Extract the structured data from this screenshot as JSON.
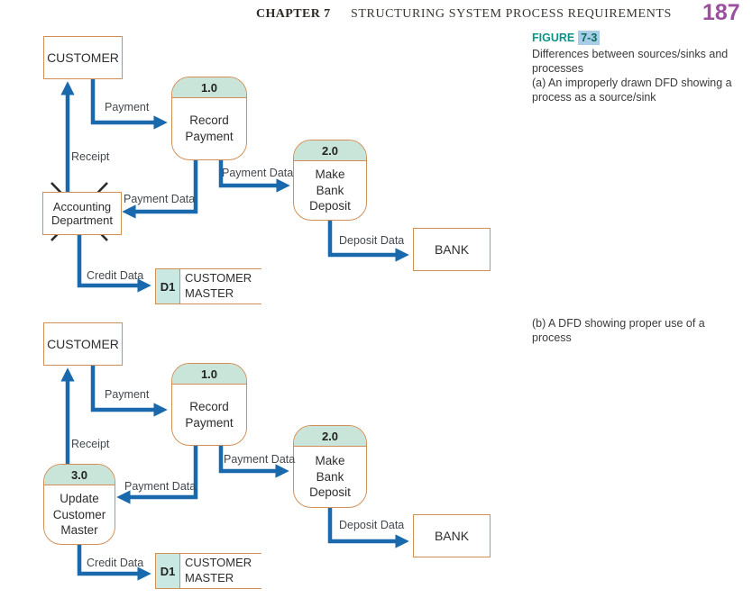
{
  "header": {
    "chapter": "CHAPTER 7",
    "title": "STRUCTURING SYSTEM PROCESS REQUIREMENTS",
    "page_number": "187"
  },
  "figure": {
    "label": "FIGURE",
    "number": "7-3",
    "description": "Differences between sources/sinks and processes",
    "part_a_caption": "(a) An improperly drawn DFD showing a process as a source/sink",
    "part_b_caption": "(b) A DFD showing proper use of a process"
  },
  "colors": {
    "entity_border": "#cf8f57",
    "process_header_fill": "#c9e5d9",
    "datastore_fill": "#c9e8e1",
    "flow_arrow_blue": "#1a69ac",
    "figure_label_teal": "#0f9388",
    "figure_number_highlight": "#a8cde4",
    "page_number_purple": "#9a4f9f",
    "cross_out_black": "#2b2b2b"
  },
  "diagram_a": {
    "customer_label": "CUSTOMER",
    "process_1_number": "1.0",
    "process_1_name": "Record\nPayment",
    "process_2_number": "2.0",
    "process_2_name": "Make\nBank\nDeposit",
    "accounting_label": "Accounting\nDepartment",
    "bank_label": "BANK",
    "datastore_id": "D1",
    "datastore_name": "CUSTOMER\nMASTER",
    "flow_payment": "Payment",
    "flow_receipt": "Receipt",
    "flow_payment_data_to_deposit": "Payment Data",
    "flow_payment_data_to_accounting": "Payment Data",
    "flow_deposit_data": "Deposit Data",
    "flow_credit_data": "Credit Data"
  },
  "diagram_b": {
    "customer_label": "CUSTOMER",
    "process_1_number": "1.0",
    "process_1_name": "Record\nPayment",
    "process_2_number": "2.0",
    "process_2_name": "Make\nBank\nDeposit",
    "process_3_number": "3.0",
    "process_3_name": "Update\nCustomer\nMaster",
    "bank_label": "BANK",
    "datastore_id": "D1",
    "datastore_name": "CUSTOMER\nMASTER",
    "flow_payment": "Payment",
    "flow_receipt": "Receipt",
    "flow_payment_data_to_deposit": "Payment Data",
    "flow_payment_data_to_update": "Payment Data",
    "flow_deposit_data": "Deposit Data",
    "flow_credit_data": "Credit Data"
  }
}
